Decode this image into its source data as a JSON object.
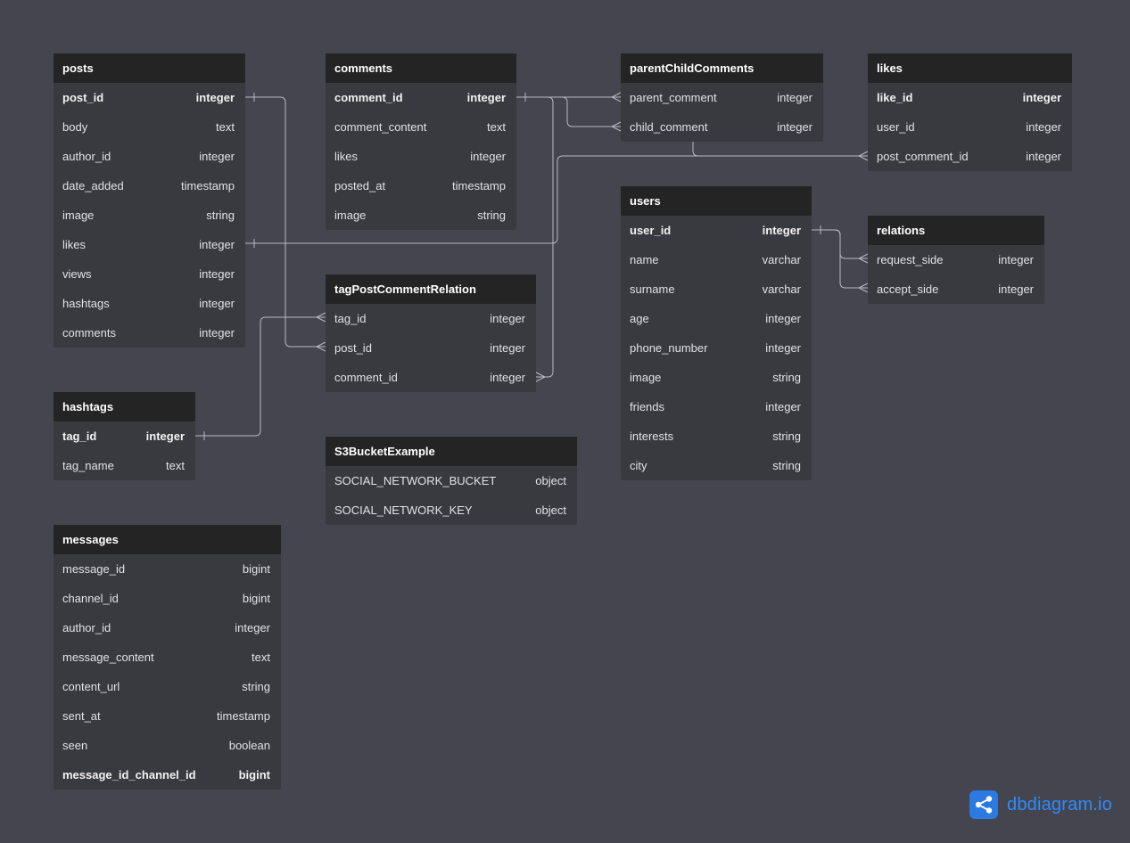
{
  "tables": {
    "posts": {
      "name": "posts",
      "fields": [
        {
          "name": "post_id",
          "type": "integer",
          "pk": true
        },
        {
          "name": "body",
          "type": "text"
        },
        {
          "name": "author_id",
          "type": "integer"
        },
        {
          "name": "date_added",
          "type": "timestamp"
        },
        {
          "name": "image",
          "type": "string"
        },
        {
          "name": "likes",
          "type": "integer"
        },
        {
          "name": "views",
          "type": "integer"
        },
        {
          "name": "hashtags",
          "type": "integer"
        },
        {
          "name": "comments",
          "type": "integer"
        }
      ]
    },
    "comments": {
      "name": "comments",
      "fields": [
        {
          "name": "comment_id",
          "type": "integer",
          "pk": true
        },
        {
          "name": "comment_content",
          "type": "text"
        },
        {
          "name": "likes",
          "type": "integer"
        },
        {
          "name": "posted_at",
          "type": "timestamp"
        },
        {
          "name": "image",
          "type": "string"
        }
      ]
    },
    "parentChildComments": {
      "name": "parentChildComments",
      "fields": [
        {
          "name": "parent_comment",
          "type": "integer"
        },
        {
          "name": "child_comment",
          "type": "integer"
        }
      ]
    },
    "likes": {
      "name": "likes",
      "fields": [
        {
          "name": "like_id",
          "type": "integer",
          "pk": true
        },
        {
          "name": "user_id",
          "type": "integer"
        },
        {
          "name": "post_comment_id",
          "type": "integer"
        }
      ]
    },
    "users": {
      "name": "users",
      "fields": [
        {
          "name": "user_id",
          "type": "integer",
          "pk": true
        },
        {
          "name": "name",
          "type": "varchar"
        },
        {
          "name": "surname",
          "type": "varchar"
        },
        {
          "name": "age",
          "type": "integer"
        },
        {
          "name": "phone_number",
          "type": "integer"
        },
        {
          "name": "image",
          "type": "string"
        },
        {
          "name": "friends",
          "type": "integer"
        },
        {
          "name": "interests",
          "type": "string"
        },
        {
          "name": "city",
          "type": "string"
        }
      ]
    },
    "relations": {
      "name": "relations",
      "fields": [
        {
          "name": "request_side",
          "type": "integer"
        },
        {
          "name": "accept_side",
          "type": "integer"
        }
      ]
    },
    "tagPostCommentRelation": {
      "name": "tagPostCommentRelation",
      "fields": [
        {
          "name": "tag_id",
          "type": "integer"
        },
        {
          "name": "post_id",
          "type": "integer"
        },
        {
          "name": "comment_id",
          "type": "integer"
        }
      ]
    },
    "hashtags": {
      "name": "hashtags",
      "fields": [
        {
          "name": "tag_id",
          "type": "integer",
          "pk": true
        },
        {
          "name": "tag_name",
          "type": "text"
        }
      ]
    },
    "S3BucketExample": {
      "name": "S3BucketExample",
      "fields": [
        {
          "name": "SOCIAL_NETWORK_BUCKET",
          "type": "object"
        },
        {
          "name": "SOCIAL_NETWORK_KEY",
          "type": "object"
        }
      ]
    },
    "messages": {
      "name": "messages",
      "fields": [
        {
          "name": "message_id",
          "type": "bigint"
        },
        {
          "name": "channel_id",
          "type": "bigint"
        },
        {
          "name": "author_id",
          "type": "integer"
        },
        {
          "name": "message_content",
          "type": "text"
        },
        {
          "name": "content_url",
          "type": "string"
        },
        {
          "name": "sent_at",
          "type": "timestamp"
        },
        {
          "name": "seen",
          "type": "boolean"
        },
        {
          "name": "message_id_channel_id",
          "type": "bigint",
          "pk": true
        }
      ]
    }
  },
  "relationships": [
    {
      "from": "posts.post_id",
      "to": "tagPostCommentRelation.post_id",
      "kind": "one-to-many"
    },
    {
      "from": "posts.likes",
      "to": "likes.post_comment_id",
      "kind": "one-to-many"
    },
    {
      "from": "comments.comment_id",
      "to": "parentChildComments.parent_comment",
      "kind": "one-to-many"
    },
    {
      "from": "comments.comment_id",
      "to": "parentChildComments.child_comment",
      "kind": "one-to-many"
    },
    {
      "from": "comments.comment_id",
      "to": "tagPostCommentRelation.comment_id",
      "kind": "one-to-many"
    },
    {
      "from": "hashtags.tag_id",
      "to": "tagPostCommentRelation.tag_id",
      "kind": "one-to-many"
    },
    {
      "from": "users.user_id",
      "to": "relations.request_side",
      "kind": "one-to-many"
    },
    {
      "from": "users.user_id",
      "to": "relations.accept_side",
      "kind": "one-to-many"
    }
  ],
  "brand": {
    "text": "dbdiagram.io",
    "icon": "share-nodes-icon",
    "color": "#2d8cff"
  },
  "colors": {
    "canvas": "#45454f",
    "table_header": "#242424",
    "table_body": "#393940",
    "line": "#b9b9c6"
  }
}
